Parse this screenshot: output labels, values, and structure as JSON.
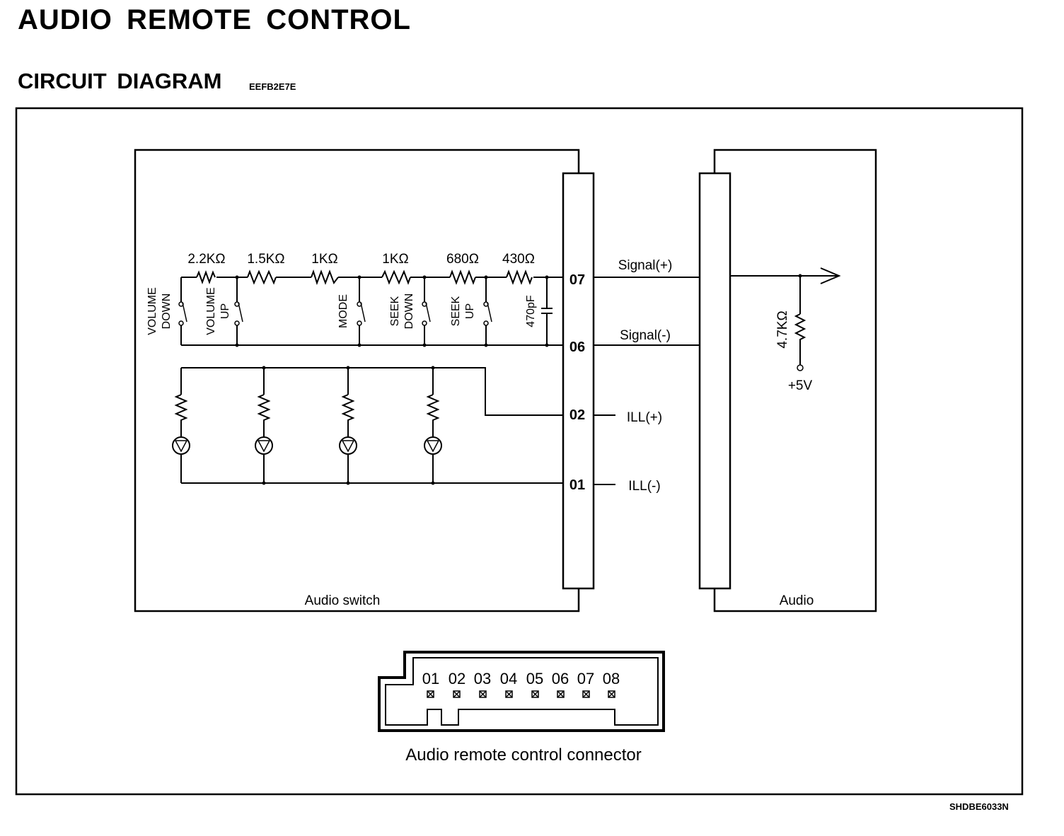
{
  "page": {
    "title": "AUDIO  REMOTE  CONTROL",
    "subtitle": "CIRCUIT  DIAGRAM",
    "code": "EEFB2E7E",
    "figure_id": "SHDBE6033N"
  },
  "audio_switch": {
    "label": "Audio switch",
    "resistors": [
      "2.2KΩ",
      "1.5KΩ",
      "1KΩ",
      "1KΩ",
      "680Ω",
      "430Ω"
    ],
    "switches": [
      {
        "line1": "VOLUME",
        "line2": "DOWN"
      },
      {
        "line1": "VOLUME",
        "line2": "UP"
      },
      {
        "line1": "MODE",
        "line2": ""
      },
      {
        "line1": "SEEK",
        "line2": "DOWN"
      },
      {
        "line1": "SEEK",
        "line2": "UP"
      }
    ],
    "capacitor": "470pF"
  },
  "pins": [
    "07",
    "06",
    "02",
    "01"
  ],
  "signals": [
    "Signal(+)",
    "Signal(-)",
    "ILL(+)",
    "ILL(-)"
  ],
  "audio": {
    "label": "Audio",
    "resistor": "4.7KΩ",
    "voltage": "+5V"
  },
  "connector": {
    "label": "Audio remote control connector",
    "pins": [
      "01",
      "02",
      "03",
      "04",
      "05",
      "06",
      "07",
      "08"
    ]
  }
}
